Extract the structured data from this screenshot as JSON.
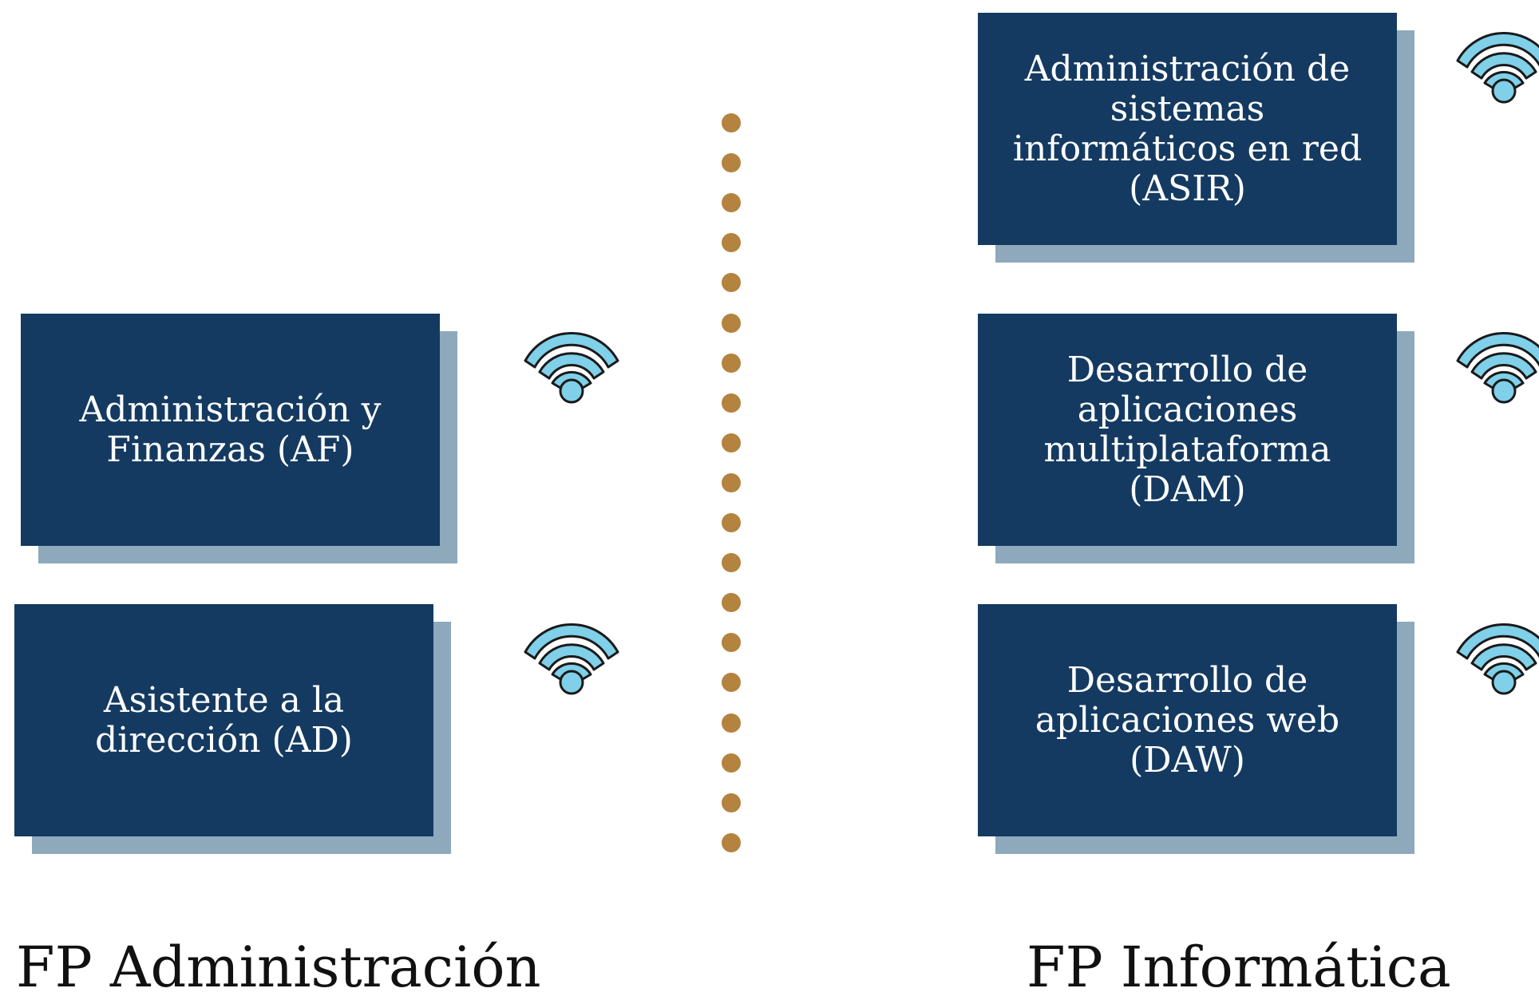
{
  "groups": [
    {
      "title": "FP Administración",
      "cards": [
        {
          "label": "Administración y\nFinanzas (AF)"
        },
        {
          "label": "Asistente a la\ndirección (AD)"
        }
      ]
    },
    {
      "title": "FP Informática",
      "cards": [
        {
          "label": "Administración de\nsistemas\ninformáticos en red\n(ASIR)"
        },
        {
          "label": "Desarrollo de\naplicaciones\nmultiplataforma\n(DAM)"
        },
        {
          "label": "Desarrollo de\naplicaciones web\n(DAW)"
        }
      ]
    }
  ],
  "icons": {
    "card_icon": "wifi-icon",
    "divider": "dotted-divider"
  },
  "colors": {
    "card": "#143a61",
    "card_shadow": "#8ea9bc",
    "card_text": "#ffffff",
    "dots": "#b3833f",
    "wifi_fill": "#7fd0e8",
    "wifi_stroke": "#1a1a1a",
    "title_text": "#111111"
  }
}
